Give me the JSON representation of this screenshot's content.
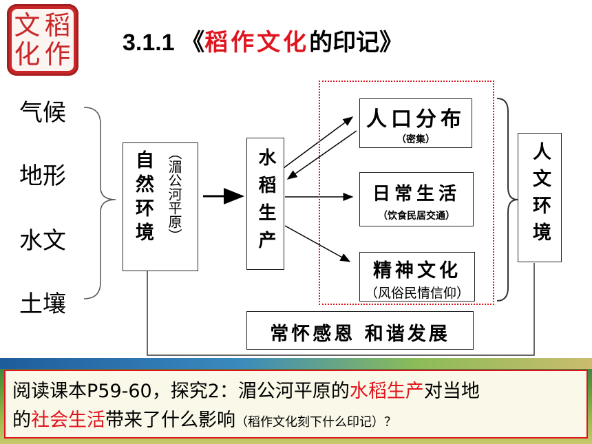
{
  "logo": {
    "chars": [
      "稻",
      "文",
      "作",
      "化"
    ]
  },
  "title": {
    "prefix": "3.1.1 《",
    "highlight": "稻作文化",
    "suffix": "的印记》"
  },
  "factors": [
    "气候",
    "地形",
    "水文",
    "土壤"
  ],
  "natural_env": {
    "label": "自然环境",
    "sub": "（湄公河平原）"
  },
  "rice_production": {
    "label": "水稻生产"
  },
  "outcomes": [
    {
      "label": "人口分布",
      "sub": "（密集）"
    },
    {
      "label": "日常生活",
      "sub": "（饮食民居交通）"
    },
    {
      "label": "精神文化",
      "sub": "（风俗民情信仰）"
    }
  ],
  "human_env": {
    "label": "人文环境"
  },
  "harmony": {
    "label": "常怀感恩 和谐发展"
  },
  "question": {
    "line1_a": "阅读课本P59-60，探究2：湄公河平原的",
    "line1_red": "水稻生产",
    "line1_b": "对当地",
    "line2_a": "的",
    "line2_red": "社会生活",
    "line2_b": "带来了什么影响",
    "line2_small": "（稻作文化刻下什么印记）",
    "line2_end": "？"
  },
  "colors": {
    "accent_red": "#e0141e",
    "seal_red": "#c8282a"
  }
}
